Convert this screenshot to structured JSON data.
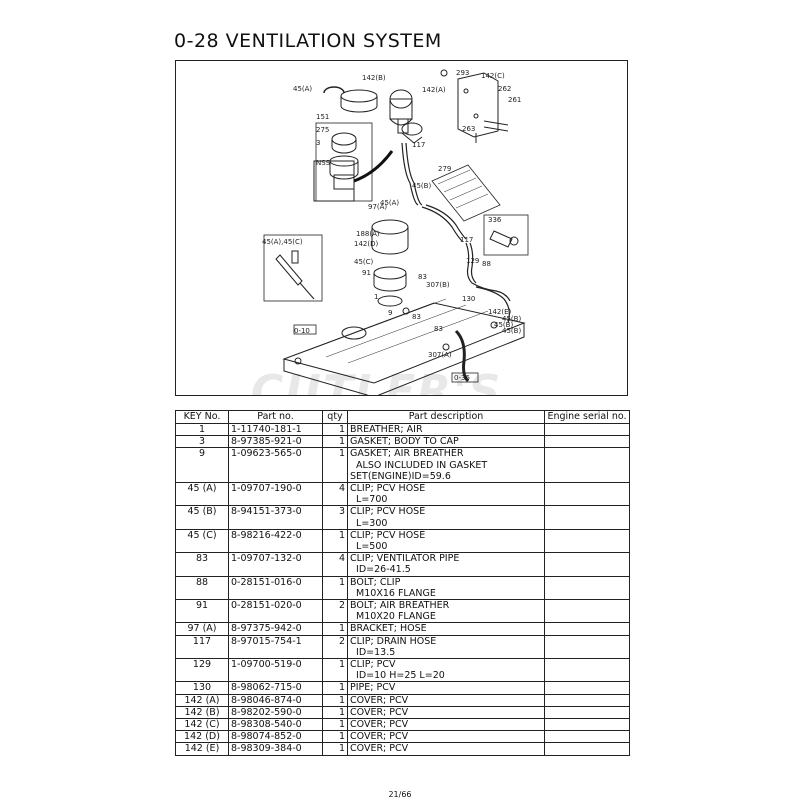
{
  "page": {
    "title": "0-28  VENTILATION SYSTEM",
    "page_number": "21/66",
    "watermark": "CUTLER'S"
  },
  "diagram": {
    "callouts": [
      "45(A)",
      "142(B)",
      "142(A)",
      "293",
      "142(C)",
      "262",
      "261",
      "263",
      "151",
      "275",
      "3",
      "NSS",
      "117",
      "279",
      "45(B)",
      "97(A)",
      "45(A)",
      "188(A)",
      "142(D)",
      "45(A),45(C)",
      "336",
      "45(C)",
      "91",
      "1",
      "83",
      "307(B)",
      "129",
      "88",
      "117",
      "130",
      "45(B)",
      "9",
      "142(E)",
      "45(B)",
      "45(B)",
      "83",
      "307(A)",
      "83",
      "0-10",
      "0-36"
    ]
  },
  "table": {
    "headers": [
      "KEY No.",
      "Part no.",
      "qty",
      "Part description",
      "Engine serial no."
    ],
    "rows": [
      {
        "key": "1",
        "part": "1-11740-181-1",
        "qty": "1",
        "desc": "BREATHER; AIR",
        "serial": ""
      },
      {
        "key": "3",
        "part": "8-97385-921-0",
        "qty": "1",
        "desc": "GASKET; BODY TO CAP",
        "serial": ""
      },
      {
        "key": "9",
        "part": "1-09623-565-0",
        "qty": "1",
        "desc": "GASKET; AIR BREATHER\n  ALSO INCLUDED IN GASKET\nSET(ENGINE)ID=59.6",
        "serial": ""
      },
      {
        "key": "45 (A)",
        "part": "1-09707-190-0",
        "qty": "4",
        "desc": "CLIP; PCV HOSE\n  L=700",
        "serial": ""
      },
      {
        "key": "45 (B)",
        "part": "8-94151-373-0",
        "qty": "3",
        "desc": "CLIP; PCV HOSE\n  L=300",
        "serial": ""
      },
      {
        "key": "45 (C)",
        "part": "8-98216-422-0",
        "qty": "1",
        "desc": "CLIP; PCV HOSE\n  L=500",
        "serial": ""
      },
      {
        "key": "83",
        "part": "1-09707-132-0",
        "qty": "4",
        "desc": "CLIP; VENTILATOR PIPE\n  ID=26-41.5",
        "serial": ""
      },
      {
        "key": "88",
        "part": "0-28151-016-0",
        "qty": "1",
        "desc": "BOLT; CLIP\n  M10X16 FLANGE",
        "serial": ""
      },
      {
        "key": "91",
        "part": "0-28151-020-0",
        "qty": "2",
        "desc": "BOLT; AIR BREATHER\n  M10X20 FLANGE",
        "serial": ""
      },
      {
        "key": "97 (A)",
        "part": "8-97375-942-0",
        "qty": "1",
        "desc": "BRACKET; HOSE",
        "serial": ""
      },
      {
        "key": "117",
        "part": "8-97015-754-1",
        "qty": "2",
        "desc": "CLIP; DRAIN HOSE\n  ID=13.5",
        "serial": ""
      },
      {
        "key": "129",
        "part": "1-09700-519-0",
        "qty": "1",
        "desc": "CLIP; PCV\n  ID=10 H=25 L=20",
        "serial": ""
      },
      {
        "key": "130",
        "part": "8-98062-715-0",
        "qty": "1",
        "desc": "PIPE; PCV",
        "serial": ""
      },
      {
        "key": "142 (A)",
        "part": "8-98046-874-0",
        "qty": "1",
        "desc": "COVER; PCV",
        "serial": ""
      },
      {
        "key": "142 (B)",
        "part": "8-98202-590-0",
        "qty": "1",
        "desc": "COVER; PCV",
        "serial": ""
      },
      {
        "key": "142 (C)",
        "part": "8-98308-540-0",
        "qty": "1",
        "desc": "COVER; PCV",
        "serial": ""
      },
      {
        "key": "142 (D)",
        "part": "8-98074-852-0",
        "qty": "1",
        "desc": "COVER; PCV",
        "serial": ""
      },
      {
        "key": "142 (E)",
        "part": "8-98309-384-0",
        "qty": "1",
        "desc": "COVER; PCV",
        "serial": ""
      }
    ]
  }
}
